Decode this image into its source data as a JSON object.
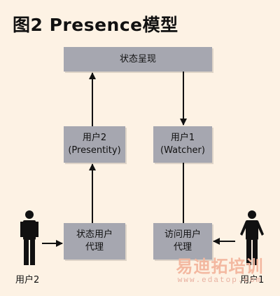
{
  "title": "图2 Presence模型",
  "nodes": {
    "presence_state": "状态呈现",
    "user2_line1": "用户2",
    "user2_line2": "(Presentity)",
    "user1_line1": "用户1",
    "user1_line2": "(Watcher)",
    "presence_agent_line1": "状态用户",
    "presence_agent_line2": "代理",
    "watcher_agent_line1": "访问用户",
    "watcher_agent_line2": "代理"
  },
  "people": {
    "user2": "用户2",
    "user1": "用户1"
  },
  "watermark": {
    "brand": "易迪拓培训",
    "url": "www.edatop.com"
  },
  "colors": {
    "background": "#fdf2e4",
    "box": "#a6a7b0",
    "arrow": "#111111",
    "watermark": "#f3b8a0"
  }
}
